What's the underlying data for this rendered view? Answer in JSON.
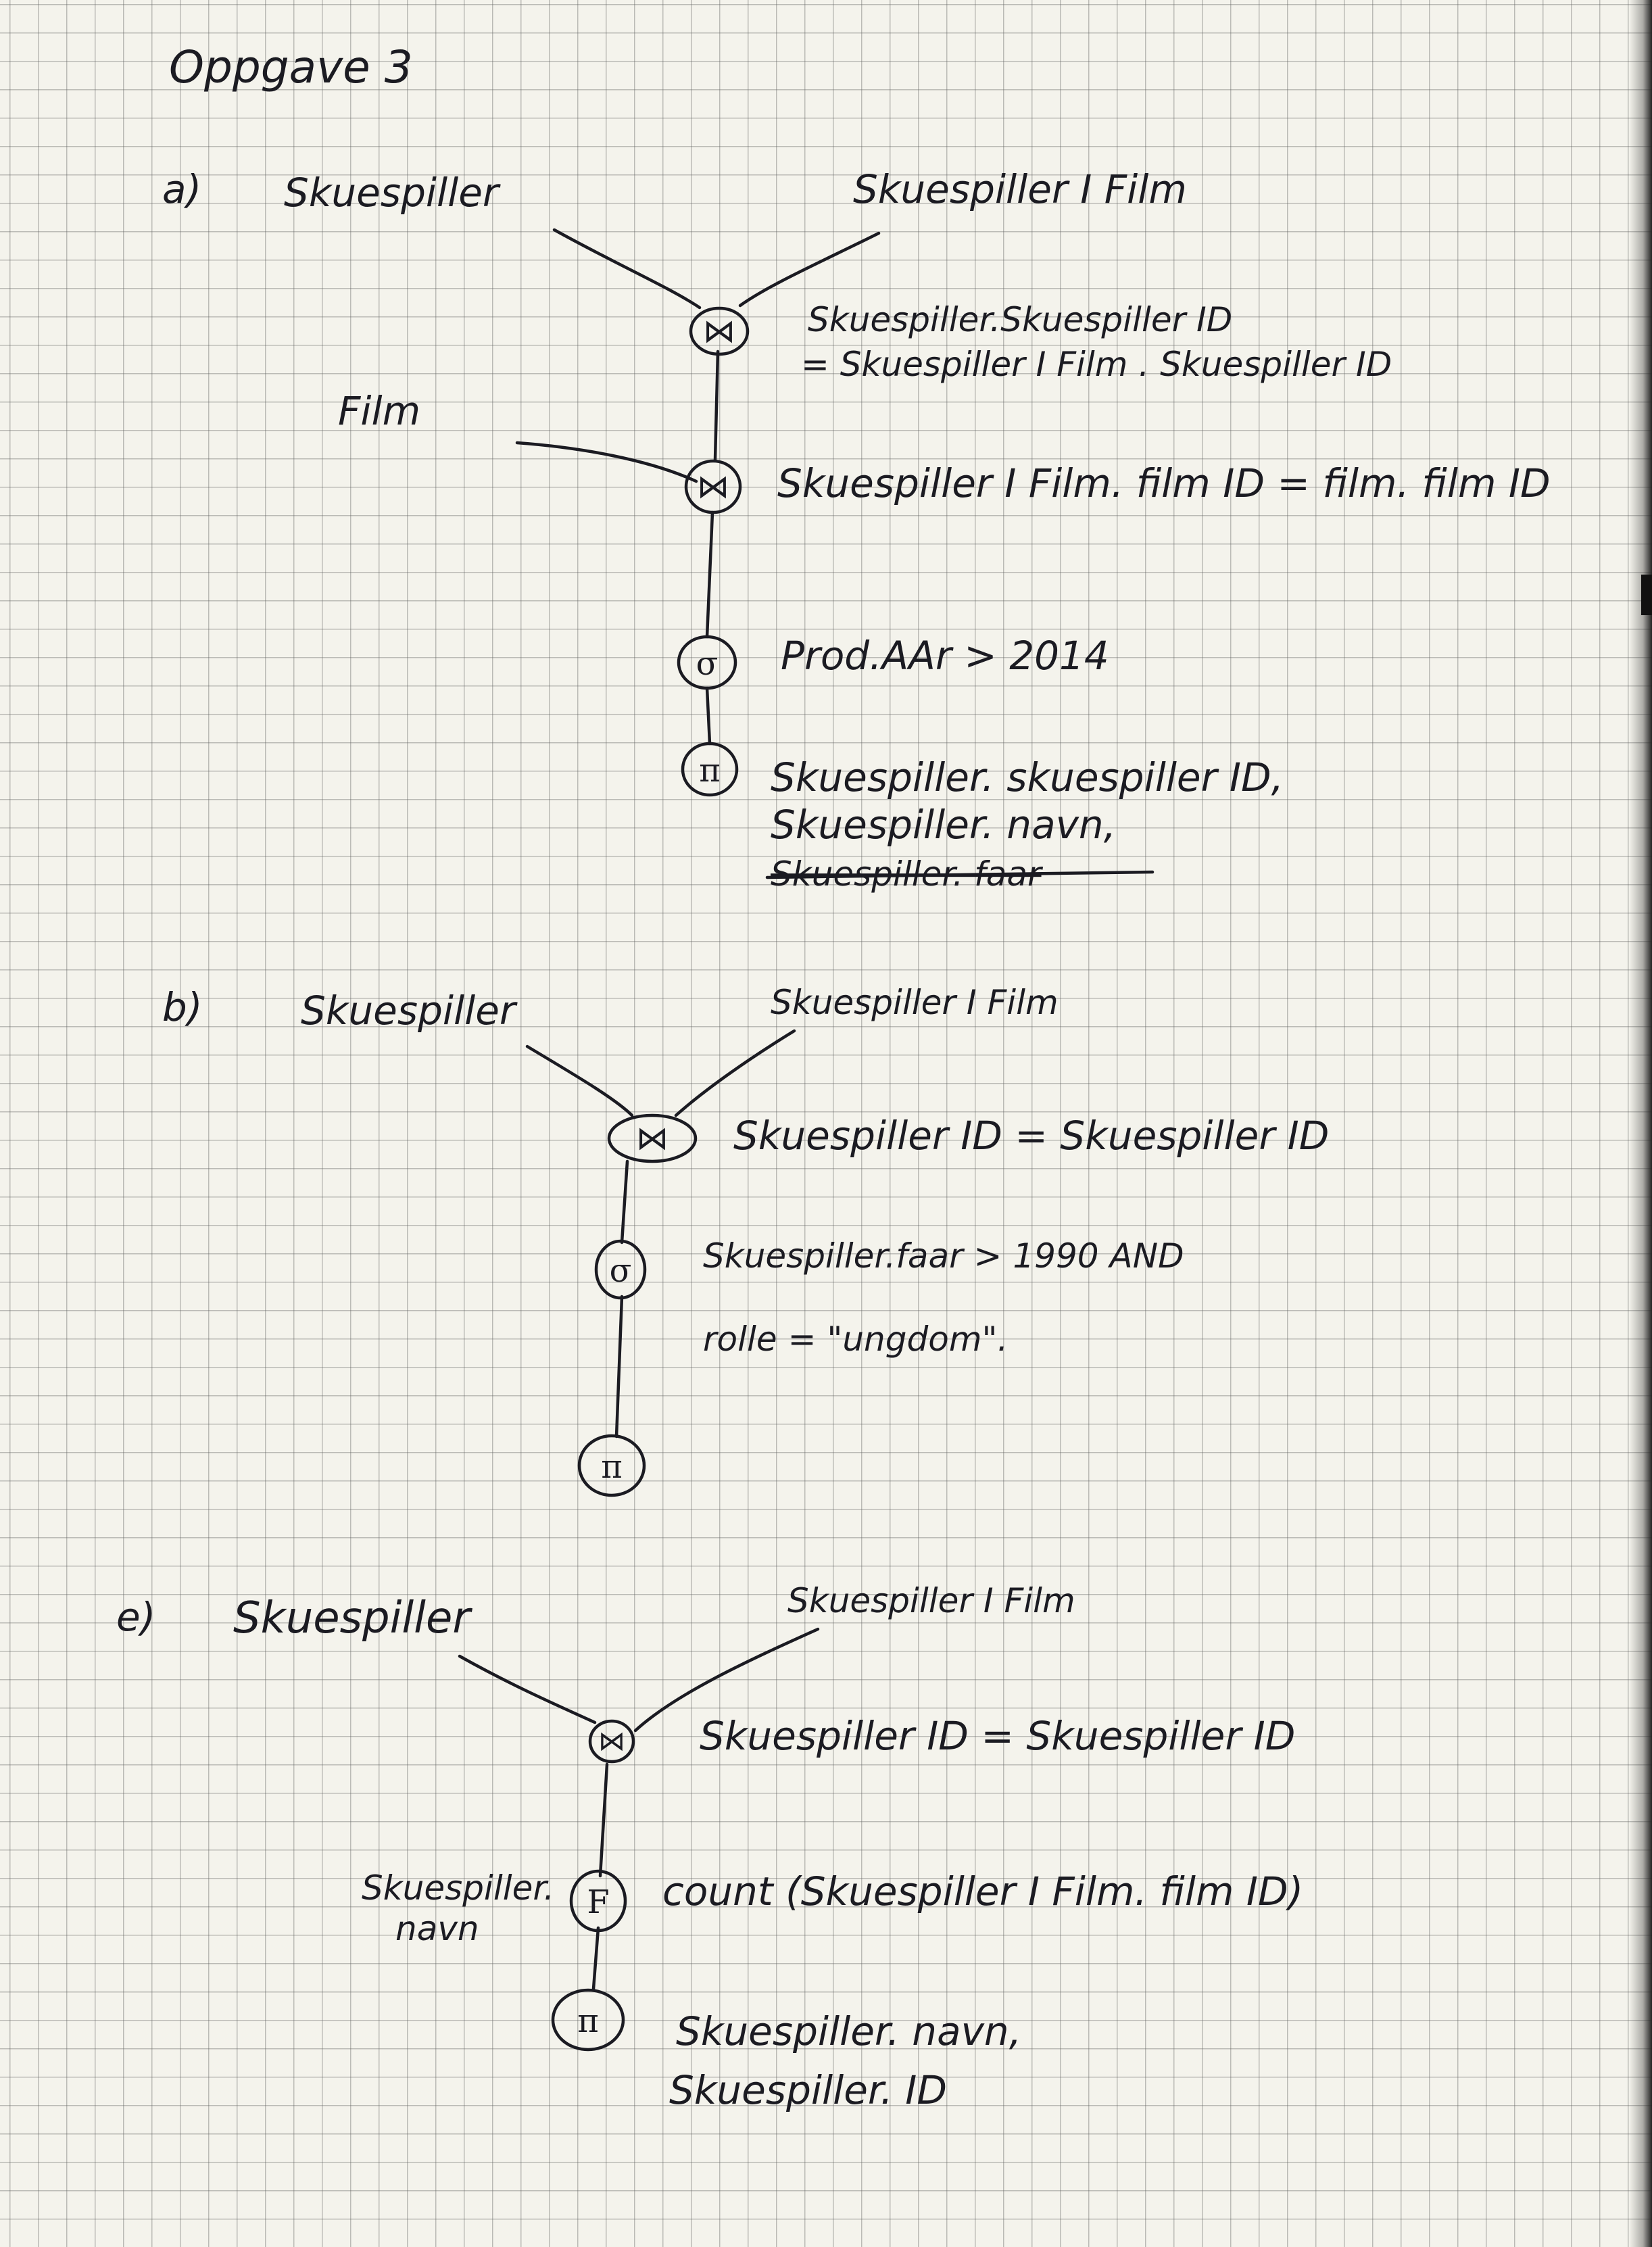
{
  "title": "Oppgave 3",
  "sections": {
    "a": {
      "label": "a)",
      "relations": [
        "Skuespiller",
        "Skuespiller I Film",
        "Film"
      ],
      "join1_symbol": "⋈",
      "join1_condition_line1": "Skuespiller.Skuespiller ID",
      "join1_condition_line2": "= Skuespiller I Film . Skuespiller ID",
      "join2_symbol": "⋈",
      "join2_condition": "Skuespiller I Film. film ID = film. film ID",
      "select_symbol": "σ",
      "select_condition": "Prod.AAr > 2014",
      "project_symbol": "π",
      "project_line1": "Skuespiller. skuespiller ID,",
      "project_line2": "Skuespiller. navn,",
      "project_line3_struck": "Skuespiller. faar"
    },
    "b": {
      "label": "b)",
      "relations": [
        "Skuespiller",
        "Skuespiller I Film"
      ],
      "join_symbol": "⋈",
      "join_condition": "Skuespiller ID = Skuespiller ID",
      "select_symbol": "σ",
      "select_line1": "Skuespiller.faar > 1990   AND",
      "select_line2": "rolle = \"ungdom\".",
      "project_symbol": "π"
    },
    "e": {
      "label": "e)",
      "relations": [
        "Skuespiller",
        "Skuespiller I Film"
      ],
      "join_symbol": "⋈",
      "join_condition": "Skuespiller ID = Skuespiller ID",
      "group_label_line1": "Skuespiller.",
      "group_label_line2": "navn",
      "aggregate_symbol": "F",
      "aggregate_condition": "count (Skuespiller I Film. film ID)",
      "project_symbol": "π",
      "project_line1": "Skuespiller. navn,",
      "project_line2": "Skuespiller. ID"
    }
  }
}
